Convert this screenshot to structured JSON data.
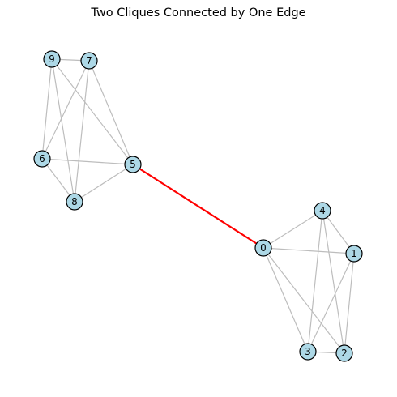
{
  "title": "Two Cliques Connected by One Edge",
  "colors": {
    "node_fill": "#add8e6",
    "node_stroke": "#000000",
    "edge": "#bdbdbd",
    "bridge_edge": "#ff0000",
    "label": "#000000"
  },
  "nodes": [
    {
      "id": "0",
      "label": "0"
    },
    {
      "id": "1",
      "label": "1"
    },
    {
      "id": "2",
      "label": "2"
    },
    {
      "id": "3",
      "label": "3"
    },
    {
      "id": "4",
      "label": "4"
    },
    {
      "id": "5",
      "label": "5"
    },
    {
      "id": "6",
      "label": "6"
    },
    {
      "id": "7",
      "label": "7"
    },
    {
      "id": "8",
      "label": "8"
    },
    {
      "id": "9",
      "label": "9"
    }
  ],
  "edges": [
    {
      "source": "0",
      "target": "1"
    },
    {
      "source": "0",
      "target": "2"
    },
    {
      "source": "0",
      "target": "3"
    },
    {
      "source": "0",
      "target": "4"
    },
    {
      "source": "1",
      "target": "2"
    },
    {
      "source": "1",
      "target": "3"
    },
    {
      "source": "1",
      "target": "4"
    },
    {
      "source": "2",
      "target": "3"
    },
    {
      "source": "2",
      "target": "4"
    },
    {
      "source": "3",
      "target": "4"
    },
    {
      "source": "5",
      "target": "6"
    },
    {
      "source": "5",
      "target": "7"
    },
    {
      "source": "5",
      "target": "8"
    },
    {
      "source": "5",
      "target": "9"
    },
    {
      "source": "6",
      "target": "7"
    },
    {
      "source": "6",
      "target": "8"
    },
    {
      "source": "6",
      "target": "9"
    },
    {
      "source": "7",
      "target": "8"
    },
    {
      "source": "7",
      "target": "9"
    },
    {
      "source": "8",
      "target": "9"
    }
  ],
  "bridge": {
    "source": "5",
    "target": "0"
  }
}
